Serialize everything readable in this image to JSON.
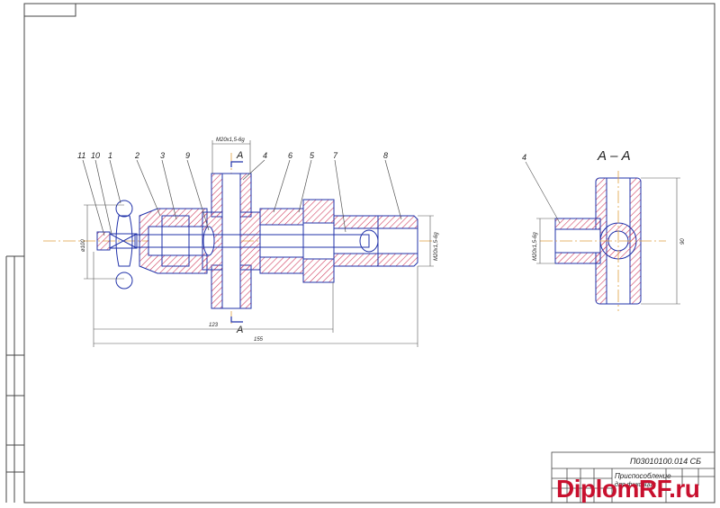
{
  "drawing": {
    "section_title": "А – А",
    "section_marker": "А",
    "doc_code": "П03010100.014 СБ",
    "title_line1": "Приспособление",
    "title_line2": "для фиксации",
    "watermark": "DiplomRF.ru",
    "callouts": [
      "11",
      "10",
      "1",
      "2",
      "3",
      "9",
      "4",
      "6",
      "5",
      "7",
      "8"
    ],
    "section_callout": "4",
    "thread_top": "М20х1,5-6g",
    "thread_right": "М20х1,5-6g",
    "thread_section": "М20х1,5-6g",
    "dim_diameter": "ø100",
    "dim_length_inner": "123",
    "dim_length_total": "155",
    "dim_section_height": "90",
    "colors": {
      "outline": "#2233aa",
      "hatch": "#d04060",
      "axis": "#e0a040",
      "frame": "#444444",
      "watermark": "#c8102e"
    }
  }
}
